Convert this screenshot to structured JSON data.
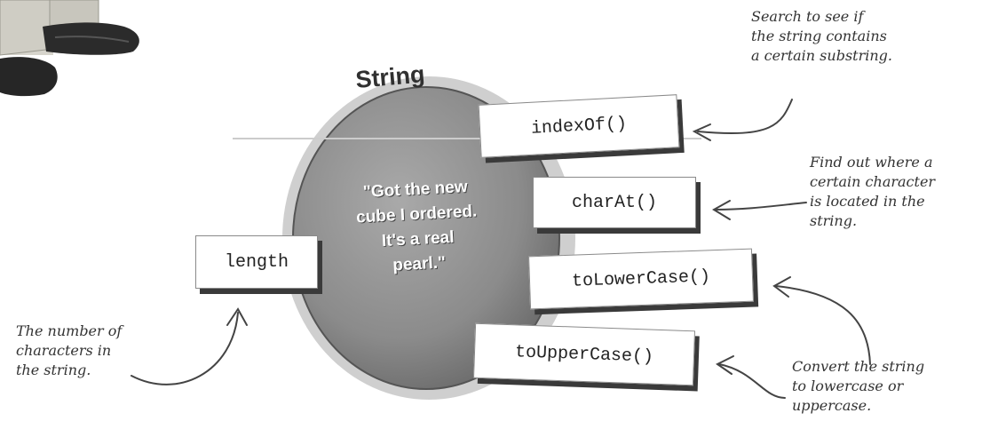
{
  "object": {
    "title": "String",
    "quote": "\"Got the new\ncube I ordered.\nIt's a real\npearl.\""
  },
  "methods": {
    "indexOf": "indexOf()",
    "charAt": "charAt()",
    "toLowerCase": "toLowerCase()",
    "toUpperCase": "toUpperCase()",
    "length": "length"
  },
  "notes": {
    "indexOf": "Search to see if\nthe string contains\na certain substring.",
    "charAt": "Find out where a\ncertain character\nis located in the\nstring.",
    "case": "Convert the string\nto lowercase or\nuppercase.",
    "length": "The number of\ncharacters in\nthe string."
  }
}
